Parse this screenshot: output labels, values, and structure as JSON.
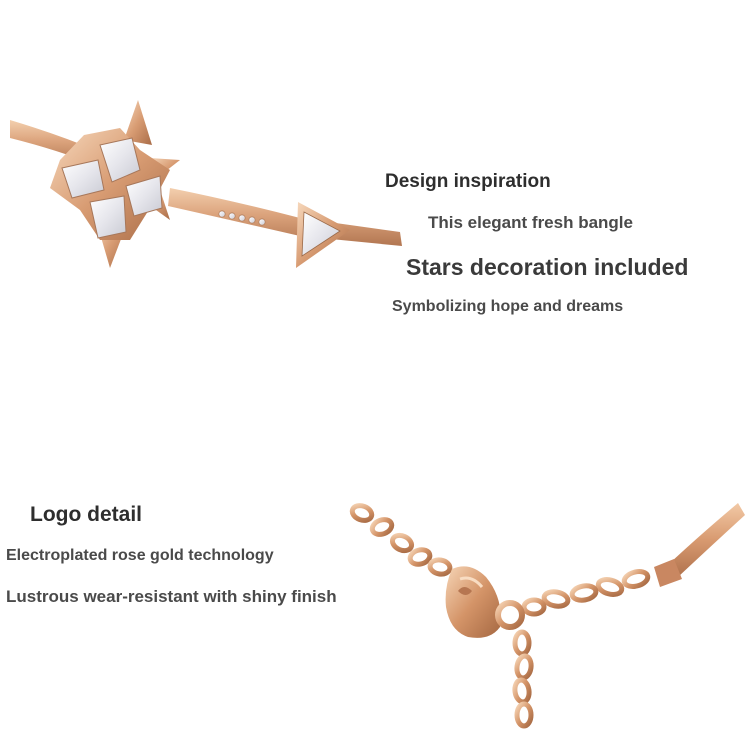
{
  "design_section": {
    "title": "Design inspiration",
    "line1": "This elegant fresh bangle",
    "line2": "Stars decoration included",
    "line3": "Symbolizing hope and dreams",
    "image": "bangle-star-photo"
  },
  "logo_section": {
    "title": "Logo detail",
    "line1": "Electroplated rose gold technology",
    "line2": "Lustrous wear-resistant with shiny finish",
    "image": "clasp-chain-photo"
  },
  "colors": {
    "rose_gold": "#d9a27a",
    "rose_gold_dark": "#b97a52",
    "crystal": "#f1f1f4",
    "text": "#3a3a3a"
  }
}
